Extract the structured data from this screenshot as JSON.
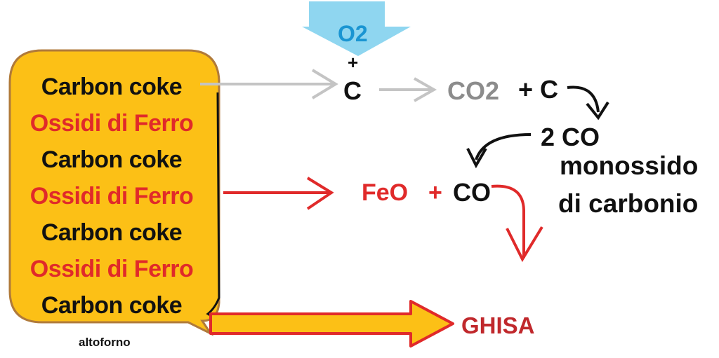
{
  "furnace": {
    "layers": [
      {
        "label": "Carbon coke",
        "kind": "coke"
      },
      {
        "label": "Ossidi di Ferro",
        "kind": "oxide"
      },
      {
        "label": "Carbon coke",
        "kind": "coke"
      },
      {
        "label": "Ossidi di Ferro",
        "kind": "oxide"
      },
      {
        "label": "Carbon coke",
        "kind": "coke"
      },
      {
        "label": "Ossidi di Ferro",
        "kind": "oxide"
      },
      {
        "label": "Carbon coke",
        "kind": "coke"
      }
    ],
    "caption": "altoforno"
  },
  "oxygen": {
    "label": "O2",
    "plus": "+"
  },
  "reaction1": {
    "carbon": "C",
    "co2": "CO2",
    "plus_c": "+ C"
  },
  "reaction2": {
    "two_co": "2 CO",
    "name_line1": "monossido",
    "name_line2": "di carbonio"
  },
  "reaction3": {
    "feo": "FeO",
    "plus": "+",
    "co": "CO"
  },
  "product": {
    "label": "GHISA"
  },
  "colors": {
    "furnace_fill": "#fcc016",
    "furnace_border": "#b07a3a",
    "red": "#e02a2a",
    "dark_red": "#c0282c",
    "grey": "#8c8c8c",
    "light_grey": "#c4c4c4",
    "oxygen_arrow": "#8fd6f0",
    "oxygen_text": "#1a95d2",
    "black": "#111111"
  }
}
